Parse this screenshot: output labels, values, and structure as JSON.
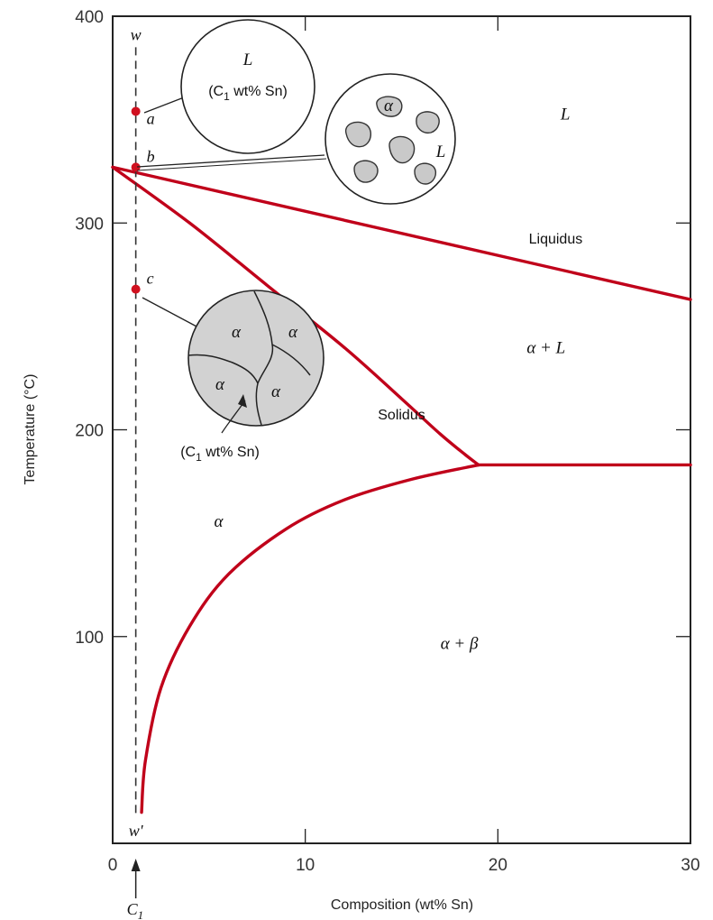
{
  "chart_data": {
    "type": "line",
    "xlabel": "Composition (wt% Sn)",
    "ylabel": "Temperature (°C)",
    "xlim": [
      0,
      30
    ],
    "ylim": [
      0,
      400
    ],
    "xticks": [
      0,
      10,
      20,
      30
    ],
    "yticks": [
      100,
      200,
      300,
      400
    ],
    "grid": false,
    "series": [
      {
        "name": "Liquidus",
        "color": "#c0001a",
        "points": [
          [
            0,
            327
          ],
          [
            30,
            263
          ]
        ]
      },
      {
        "name": "Solidus",
        "color": "#c0001a",
        "points": [
          [
            0,
            327
          ],
          [
            4,
            300
          ],
          [
            8,
            270
          ],
          [
            12,
            240
          ],
          [
            15,
            215
          ],
          [
            17,
            198
          ],
          [
            18.3,
            188
          ],
          [
            19,
            183
          ]
        ]
      },
      {
        "name": "",
        "color": "#c0001a",
        "points": [
          [
            19,
            183
          ],
          [
            30,
            183
          ]
        ]
      },
      {
        "name": "",
        "color": "#c0001a",
        "points": [
          [
            1.5,
            15
          ],
          [
            1.7,
            40
          ],
          [
            2.5,
            75
          ],
          [
            4,
            105
          ],
          [
            6,
            130
          ],
          [
            9,
            152
          ],
          [
            12,
            166
          ],
          [
            15.5,
            176
          ],
          [
            19,
            183
          ]
        ]
      }
    ],
    "regions": [
      {
        "label": "L",
        "x": 23.5,
        "y": 350
      },
      {
        "label": "α + L",
        "x": 22.5,
        "y": 237
      },
      {
        "label": "α",
        "x": 5.5,
        "y": 153
      },
      {
        "label": "α + β",
        "x": 18,
        "y": 94
      }
    ],
    "line_labels": [
      {
        "label": "Liquidus",
        "x": 23,
        "y": 290
      },
      {
        "label": "Solidus",
        "x": 15,
        "y": 205
      }
    ],
    "composition_line": {
      "x": 1.2,
      "top_label": "w",
      "bottom_label": "w'",
      "axis_marker": "C",
      "axis_marker_sub": "1"
    },
    "points": [
      {
        "label": "a",
        "x": 1.2,
        "y": 354
      },
      {
        "label": "b",
        "x": 1.2,
        "y": 327
      },
      {
        "label": "c",
        "x": 1.2,
        "y": 268
      }
    ],
    "insets": [
      {
        "name": "liquid",
        "phase": "L",
        "text_main": "(C",
        "text_sub": "1",
        "text_rest": " wt% Sn)"
      },
      {
        "name": "alpha-in-liquid",
        "alpha": "α",
        "phase": "L"
      },
      {
        "name": "polycrystal-alpha",
        "grains": [
          "α",
          "α",
          "α",
          "α"
        ],
        "text_main": "(C",
        "text_sub": "1",
        "text_rest": " wt% Sn)"
      }
    ]
  }
}
